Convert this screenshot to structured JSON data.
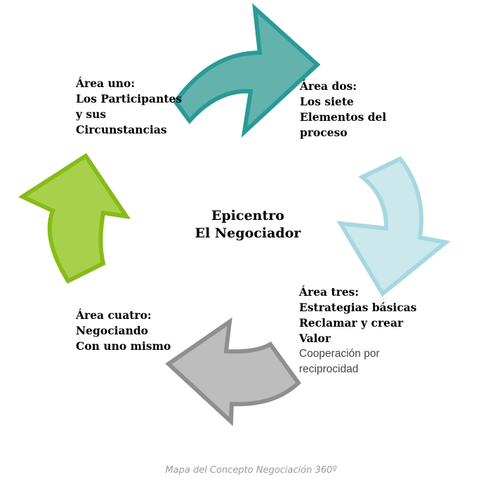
{
  "center": {
    "text": "Epicentro\nEl Negociador"
  },
  "areas": [
    {
      "title": "Área uno:\nLos Participantes\ny sus\nCircunstancias",
      "color": "#a7d14a",
      "stroke": "#88bb18"
    },
    {
      "title": "Área dos:\nLos siete\nElementos del\nproceso",
      "color": "#63b2ad",
      "stroke": "#2a9a96"
    },
    {
      "title": "Área tres:\nEstrategias básicas\nReclamar y crear\nValor",
      "subtitle": "Cooperación por\nreciprocidad",
      "color": "#cbe8ec",
      "stroke": "#a6d8e0"
    },
    {
      "title": "Área cuatro:\nNegociando\nCon uno mismo",
      "color": "#bdbdbd",
      "stroke": "#8f8f8f"
    }
  ],
  "caption": "Mapa del Concepto Negociación 360º"
}
